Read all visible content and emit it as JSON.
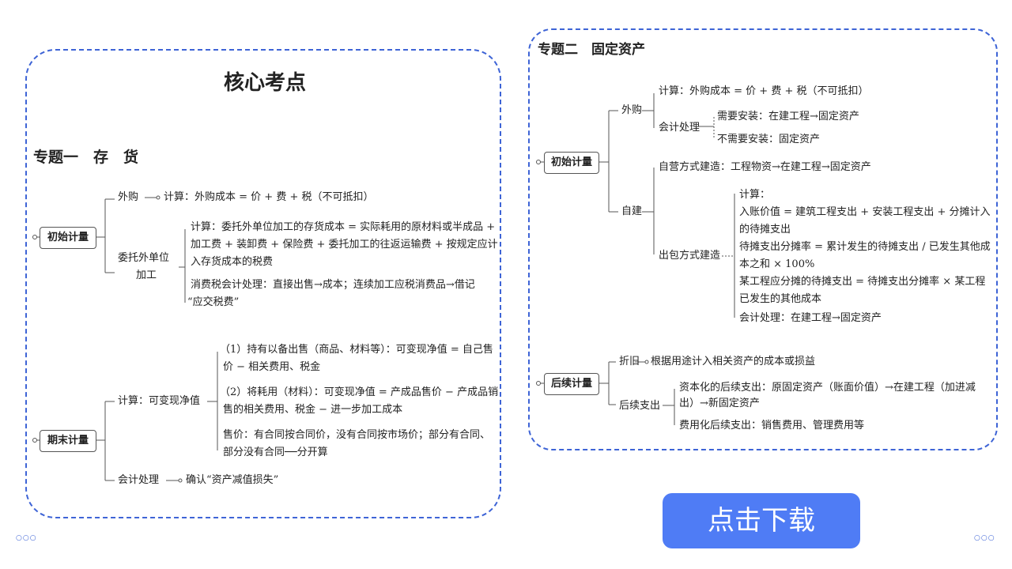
{
  "left": {
    "title": "核心考点",
    "section": "专题一　存　货",
    "initial": {
      "label": "初始计量",
      "purchase_label": "外购",
      "purchase_calc": "计算：外购成本 = 价 + 费 + 税（不可抵扣）",
      "entrust_label_1": "委托外单位",
      "entrust_label_2": "加工",
      "entrust_calc_1": "计算：委托外单位加工的存货成本 = 实际耗用的原材料或半成品 +",
      "entrust_calc_2": "加工费 + 装卸费 + 保险费 + 委托加工的往返运输费 + 按规定应计",
      "entrust_calc_3": "入存货成本的税费",
      "excise_1": "消费税会计处理：直接出售→成本；连续加工应税消费品→借记",
      "excise_2": "“应交税费”"
    },
    "ending": {
      "label": "期末计量",
      "calc_label": "计算：可变现净值",
      "item1_1": "（1）持有以备出售（商品、材料等）：可变现净值 = 自己售",
      "item1_2": "价 − 相关费用、税金",
      "item2_1": "（2）将耗用（材料）：可变现净值 = 产成品售价 − 产成品销",
      "item2_2": "售的相关费用、税金 − 进一步加工成本",
      "price_1": "售价：有合同按合同价，没有合同按市场价；部分有合同、",
      "price_2": "部分没有合同──分开算",
      "acct_label": "会计处理",
      "acct_value": "确认“资产减值损失”"
    }
  },
  "right": {
    "section": "专题二　固定资产",
    "initial": {
      "label": "初始计量",
      "purchase_label": "外购",
      "purchase_calc": "计算：外购成本 = 价 + 费 + 税（不可抵扣）",
      "acct_label": "会计处理",
      "need_install": "需要安装：在建工程→固定资产",
      "no_install": "不需要安装：固定资产",
      "self_build_label": "自建",
      "self_operated": "自营方式建造：工程物资→在建工程→固定资产",
      "contract_label": "出包方式建造",
      "calc_head": "计算：",
      "entry_value_1": "入账价值 = 建筑工程支出 + 安装工程支出 + 分摊计入",
      "entry_value_2": "的待摊支出",
      "rate_1": "待摊支出分摊率 = 累计发生的待摊支出 / 已发生其他成",
      "rate_2": "本之和 × 100%",
      "alloc_1": "某工程应分摊的待摊支出 = 待摊支出分摊率 × 某工程",
      "alloc_2": "已发生的其他成本",
      "contract_acct": "会计处理：在建工程→固定资产"
    },
    "subsequent": {
      "label": "后续计量",
      "depreciation_label": "折旧",
      "depreciation_value": "根据用途计入相关资产的成本或损益",
      "expense_label": "后续支出",
      "capital_1": "资本化的后续支出：原固定资产（账面价值）→在建工程（加进减",
      "capital_2": "出）→新固定资产",
      "revenue": "费用化后续支出：销售费用、管理费用等"
    }
  },
  "download_button": "点击下载",
  "colors": {
    "accent": "#3e64d6",
    "button": "#4f7cf5"
  }
}
